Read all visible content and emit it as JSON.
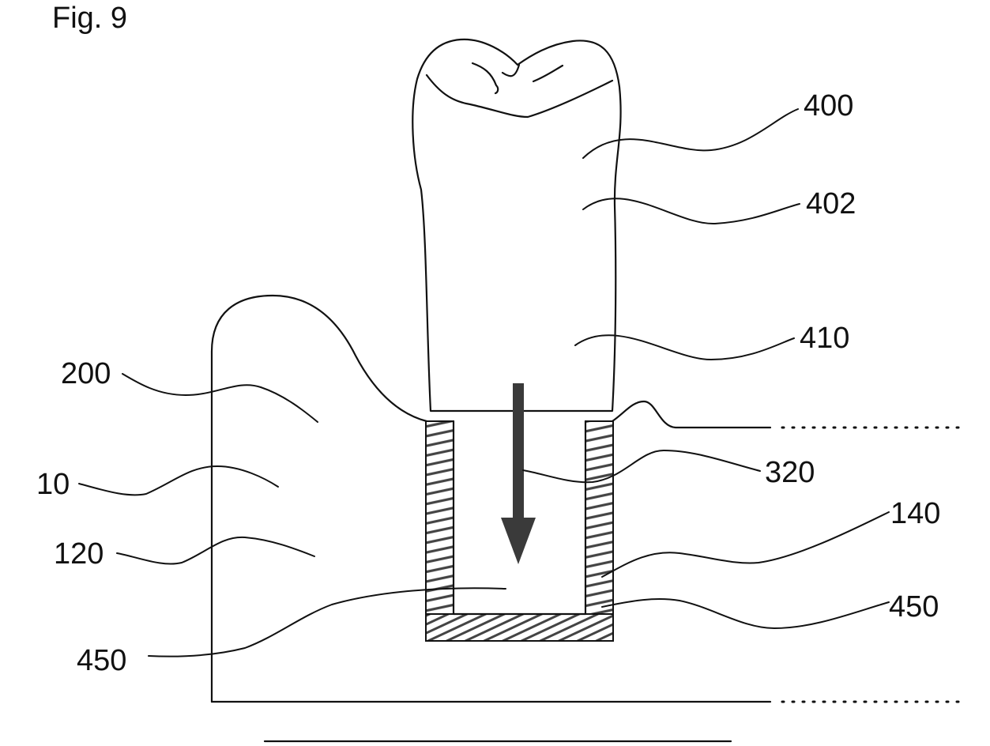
{
  "figure": {
    "title": "Fig. 9",
    "labels": {
      "l400": "400",
      "l402": "402",
      "l410": "410",
      "l200": "200",
      "l10": "10",
      "l120": "120",
      "l320": "320",
      "l140": "140",
      "l450_right": "450",
      "l450_left": "450"
    },
    "colors": {
      "line": "#111111",
      "hatch": "#444444",
      "arrow": "#3a3a3a"
    }
  }
}
